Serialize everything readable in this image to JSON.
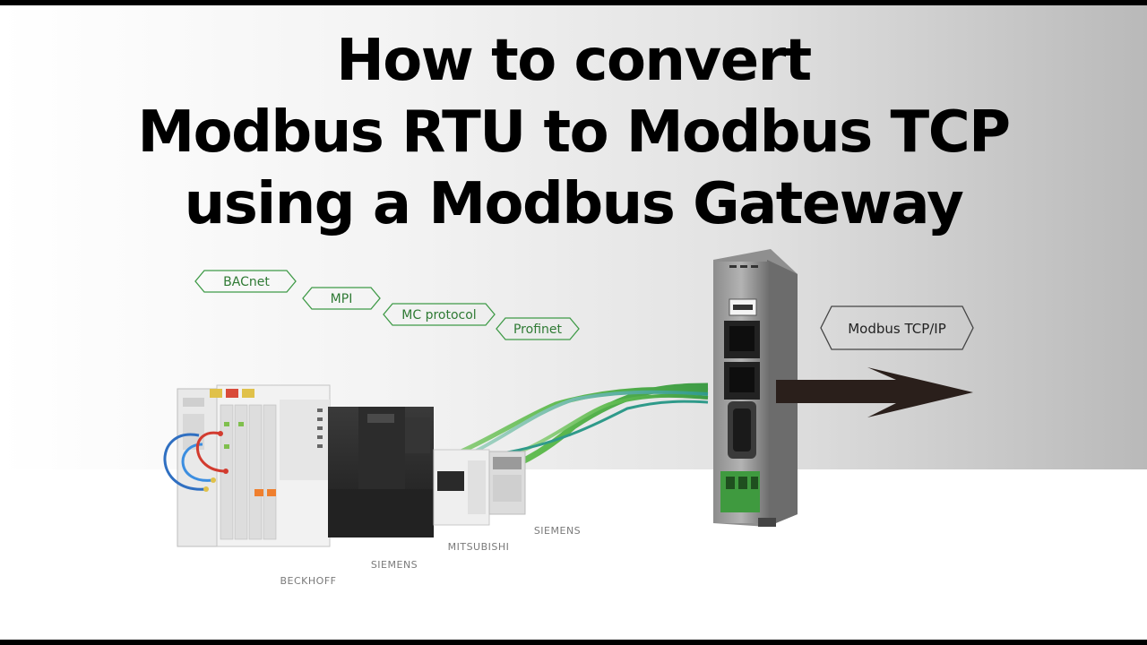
{
  "title": {
    "line1": "How to convert",
    "line2": "Modbus RTU to Modbus TCP",
    "line3": "using a Modbus Gateway"
  },
  "protocols": [
    "BACnet",
    "MPI",
    "MC protocol",
    "Profinet"
  ],
  "output_protocol": "Modbus TCP/IP",
  "brands": {
    "beckhoff": "BECKHOFF",
    "siemens_1": "SIEMENS",
    "mitsubishi": "MITSUBISHI",
    "siemens_2": "SIEMENS"
  },
  "colors": {
    "tag_green": "#3f9a47",
    "arrow": "#2a1f1b",
    "cable_green": "#58b84d"
  }
}
